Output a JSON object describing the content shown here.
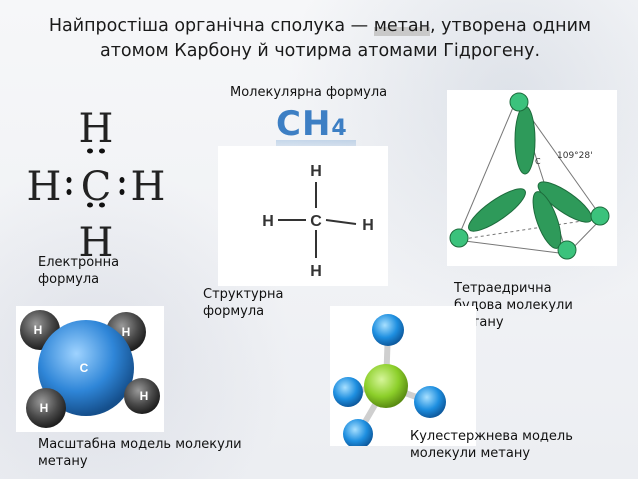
{
  "title": {
    "part1": "Найпростіша органічна сполука — ",
    "highlight": "метан",
    "part2": ", утворена одним атомом Карбону й чотирма атомами Гідрогену."
  },
  "labels": {
    "molecular": "Молекулярна формула",
    "electronic_1": "Електронна",
    "electronic_2": "формула",
    "structural_1": "Структурна",
    "structural_2": "формула",
    "tetra_1": "Тетраедрична",
    "tetra_2": "будова молекули",
    "tetra_3": "метану",
    "scale_1": "Масштабна модель молекули",
    "scale_2": "метану",
    "ballstick_1": "Кулестержнева  модель",
    "ballstick_2": "молекули метану"
  },
  "formula": {
    "symbol_c": "CH",
    "symbol_sub": "4"
  },
  "atoms": {
    "h": "H",
    "c": "C"
  },
  "angle": "109°28'",
  "colors": {
    "orbital": "#2e9a5a",
    "carbon_ball": "#2f86d8",
    "hydrogen_ball": "#4a4a4a",
    "stick_carbon": "#8ccf2a",
    "stick_hydrogen": "#1e8fe0"
  }
}
